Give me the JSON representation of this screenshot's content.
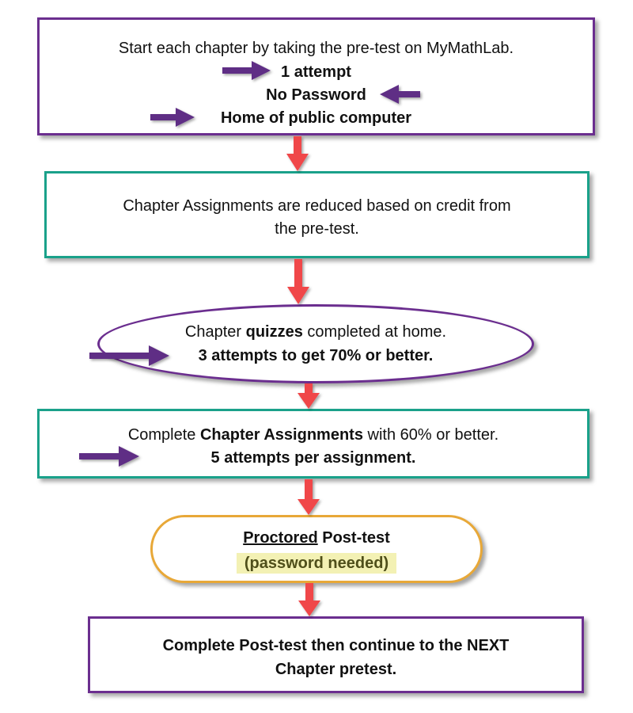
{
  "box1": {
    "line1": "Start each chapter by taking the pre-test on MyMathLab.",
    "line2": "1 attempt",
    "line3": "No Password",
    "line4": "Home of public computer"
  },
  "box2": {
    "line1": "Chapter Assignments are reduced based on credit from",
    "line2": "the pre-test."
  },
  "box3": {
    "line1_a": "Chapter ",
    "line1_b": "quizzes",
    "line1_c": " completed at home.",
    "line2": "3 attempts to get 70% or better."
  },
  "box4": {
    "line1_a": "Complete ",
    "line1_b": "Chapter Assignments",
    "line1_c": " with 60% or better.",
    "line2": "5 attempts per assignment."
  },
  "box5": {
    "line1_a": "Proctored",
    "line1_b": " Post-test",
    "line2": "(password needed)"
  },
  "box6": {
    "line1": "Complete Post-test then continue to the NEXT",
    "line2": "Chapter pretest."
  },
  "colors": {
    "purple_border": "#6b2e8f",
    "teal_border": "#1aa18a",
    "orange_border": "#e8a838",
    "red_arrow": "#f0474a",
    "purple_arrow": "#5e2d85",
    "highlight": "#f3f1b4"
  },
  "icons": [
    "purple-arrow-icon",
    "red-down-arrow-icon"
  ]
}
